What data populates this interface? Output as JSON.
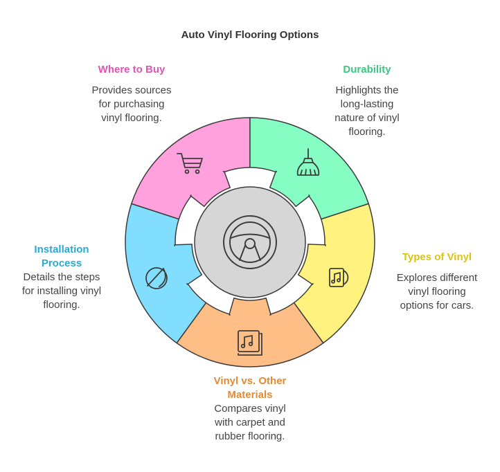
{
  "title": "Auto Vinyl Flooring Options",
  "colors": {
    "pink": "#FFA1DD",
    "green": "#86FDC3",
    "yellow": "#FFF27E",
    "orange": "#FFBE85",
    "blue": "#82DEFF",
    "hub": "#D6D6D6",
    "stroke": "#3C3C3C",
    "text": "#444444"
  },
  "segments": [
    {
      "key": "where",
      "heading": "Where to Buy",
      "description": "Provides sources\nfor purchasing\nvinyl flooring.",
      "heading_color": "#E353B3",
      "fill": "#FFA1DD",
      "icon": "shopping-cart-icon"
    },
    {
      "key": "durability",
      "heading": "Durability",
      "description": "Highlights the\nlong-lasting\nnature of vinyl\nflooring.",
      "heading_color": "#3CC67F",
      "fill": "#86FDC3",
      "icon": "broom-icon"
    },
    {
      "key": "types",
      "heading": "Types of Vinyl",
      "description": "Explores different\nvinyl flooring\noptions for cars.",
      "heading_color": "#D9C414",
      "fill": "#FFF27E",
      "icon": "vinyl-record-icon"
    },
    {
      "key": "vs",
      "heading": "Vinyl vs. Other\nMaterials",
      "description": "Compares vinyl\nwith carpet and\nrubber flooring.",
      "heading_color": "#E58A34",
      "fill": "#FFBE85",
      "icon": "music-albums-icon"
    },
    {
      "key": "install",
      "heading": "Installation\nProcess",
      "description": "Details the steps\nfor installing vinyl\nflooring.",
      "heading_color": "#2AA9D2",
      "fill": "#82DEFF",
      "icon": "tool-icon"
    }
  ],
  "hub_icon": "steering-wheel-icon"
}
